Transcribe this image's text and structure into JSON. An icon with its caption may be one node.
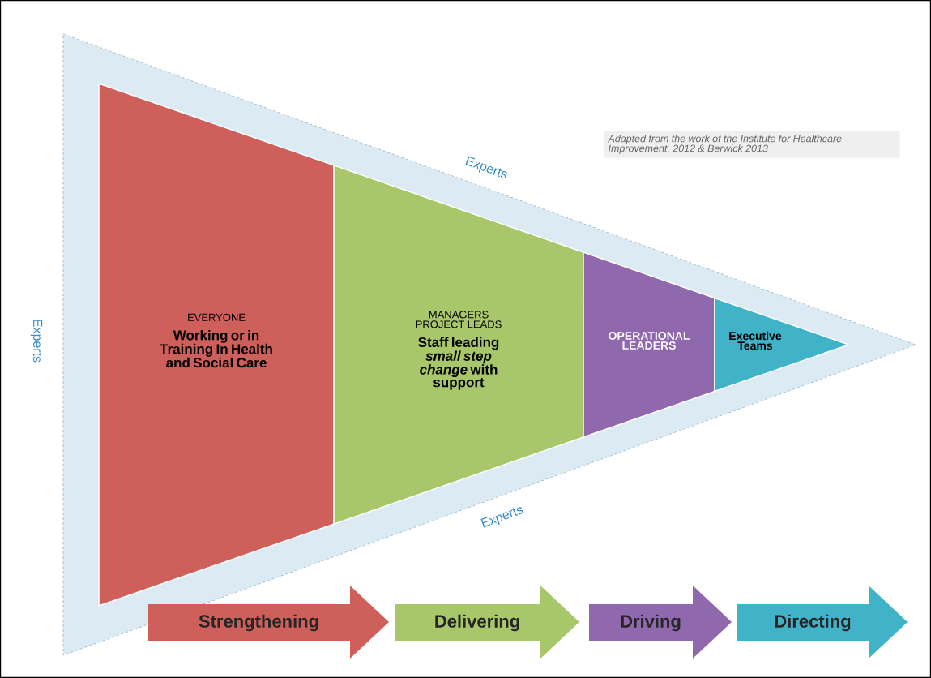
{
  "diagram": {
    "nodes": [
      {
        "text": [
          "EVERYONE",
          "Working or in Training In Health and Social Care"
        ]
      },
      {
        "text": [
          "MANAGERS PROJECT LEADS",
          "Staff leading *small step change* with support"
        ]
      },
      {
        "text": [
          "OPERATIONAL LEADERS"
        ]
      },
      {
        "text": [
          "Executive Teams"
        ]
      },
      {
        "text": [
          "Strengthening"
        ]
      },
      {
        "text": [
          "Delivering"
        ]
      },
      {
        "text": [
          "Driving"
        ]
      },
      {
        "text": [
          "Directing"
        ]
      }
    ],
    "edges": [],
    "labels": [
      "Adapted from the work of the Institute for Healthcare Improvement, 2012 & Berwick 2013",
      "Experts",
      "Experts",
      "Experts"
    ]
  }
}
